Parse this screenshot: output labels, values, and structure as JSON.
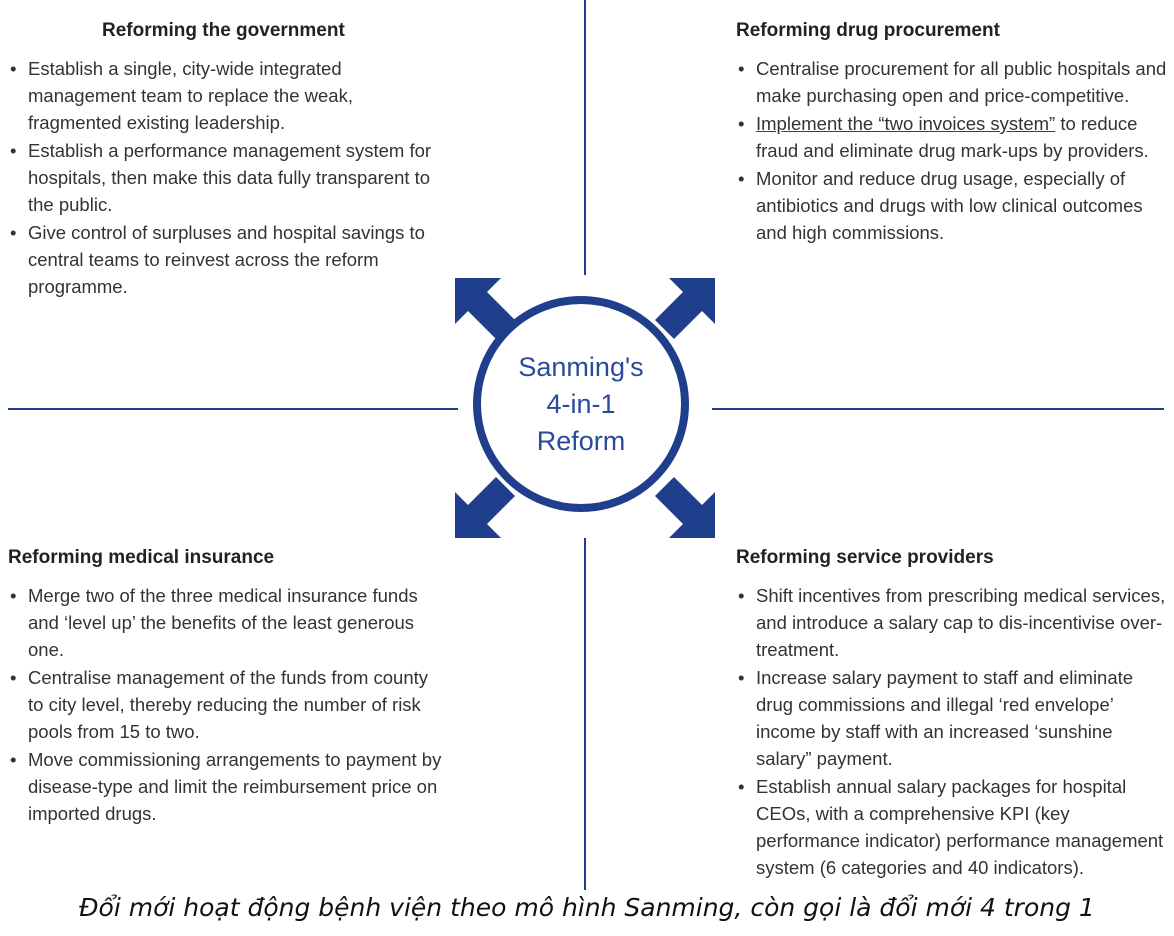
{
  "center": {
    "lines": [
      "Sanming's",
      "4-in-1",
      "Reform"
    ]
  },
  "quadrants": {
    "government": {
      "title": "Reforming the government",
      "bullets": [
        "Establish a single, city-wide integrated management team to replace the weak, fragmented existing leadership.",
        "Establish a performance management system for hospitals, then make this data fully transparent to the public.",
        "Give control of surpluses and hospital savings to central teams to reinvest across the reform programme."
      ]
    },
    "drug_procurement": {
      "title": "Reforming drug procurement",
      "bullets": [
        "Centralise procurement for all public hospitals and make purchasing open and price-competitive.",
        "Implement the “two invoices system” to reduce fraud and eliminate drug mark-ups by providers.",
        "Monitor and reduce drug usage, especially of antibiotics and drugs with low clinical outcomes and high commissions."
      ],
      "underlined_phrase": "Implement the “two invoices system”",
      "underlined_rest": " to reduce fraud and eliminate drug mark-ups by providers."
    },
    "medical_insurance": {
      "title": "Reforming medical insurance",
      "bullets": [
        "Merge two of the three medical insurance funds and ‘level up’ the benefits of the least generous one.",
        "Centralise management of the funds from county to city level, thereby reducing the number of risk pools from 15 to two.",
        "Move commissioning arrangements to payment by disease-type and limit the reimbursement price on imported drugs."
      ]
    },
    "service_providers": {
      "title": "Reforming service providers",
      "bullets": [
        "Shift incentives from prescribing medical services, and introduce a salary cap to dis-incentivise over-treatment.",
        "Increase salary payment to staff and eliminate drug commissions and illegal ‘red envelope’ income by staff with an increased ‘sunshine salary” payment.",
        "Establish annual salary packages for hospital CEOs, with a comprehensive KPI (key performance indicator) performance management system (6 categories and 40 indicators)."
      ]
    }
  },
  "caption": "Đổi mới hoạt động bệnh viện theo mô hình Sanming, còn gọi là đổi mới 4 trong 1",
  "colors": {
    "accent": "#1f3f8c",
    "text": "#333333"
  }
}
